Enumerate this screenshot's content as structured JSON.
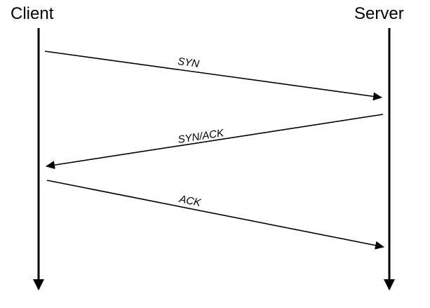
{
  "diagram": {
    "type": "sequence-diagram",
    "subject": "TCP three-way handshake",
    "colors": {
      "background": "#ffffff",
      "stroke": "#000000",
      "text": "#000000"
    },
    "actors": [
      {
        "name": "Client"
      },
      {
        "name": "Server"
      }
    ],
    "messages": [
      {
        "label": "SYN",
        "from": "Client",
        "to": "Server"
      },
      {
        "label": "SYN/ACK",
        "from": "Server",
        "to": "Client"
      },
      {
        "label": "ACK",
        "from": "Client",
        "to": "Server"
      }
    ]
  }
}
